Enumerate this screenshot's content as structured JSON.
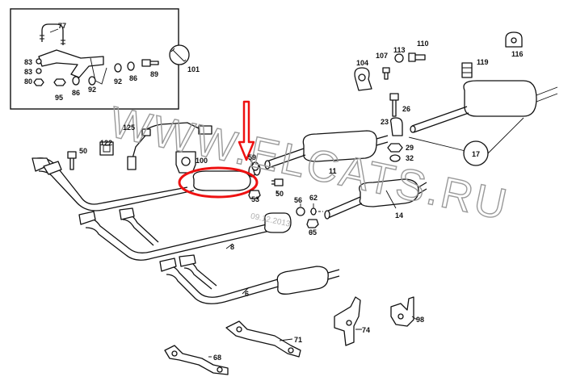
{
  "diagram": {
    "labels": {
      "l77": "77",
      "l83a": "83",
      "l83b": "83",
      "l80": "80",
      "l95": "95",
      "l86a": "86",
      "l92a": "92",
      "l92b": "92",
      "l86b": "86",
      "l89": "89",
      "l101": "101",
      "l104": "104",
      "l107": "107",
      "l113": "113",
      "l110": "110",
      "l119": "119",
      "l116": "116",
      "l26": "26",
      "l23": "23",
      "l29": "29",
      "l32": "32",
      "l17": "17",
      "l125": "125",
      "l122": "122",
      "l50a": "50",
      "l100": "100",
      "l59": "59",
      "l11": "11",
      "l53": "53",
      "l50b": "50",
      "l56": "56",
      "l62": "62",
      "l65": "65",
      "l14": "14",
      "l8": "8",
      "l6": "6",
      "l71": "71",
      "l74": "74",
      "l98": "98",
      "l68": "68"
    },
    "watermark": "WWW.ELCATS.RU",
    "watermark_date": "09.12.2013"
  }
}
